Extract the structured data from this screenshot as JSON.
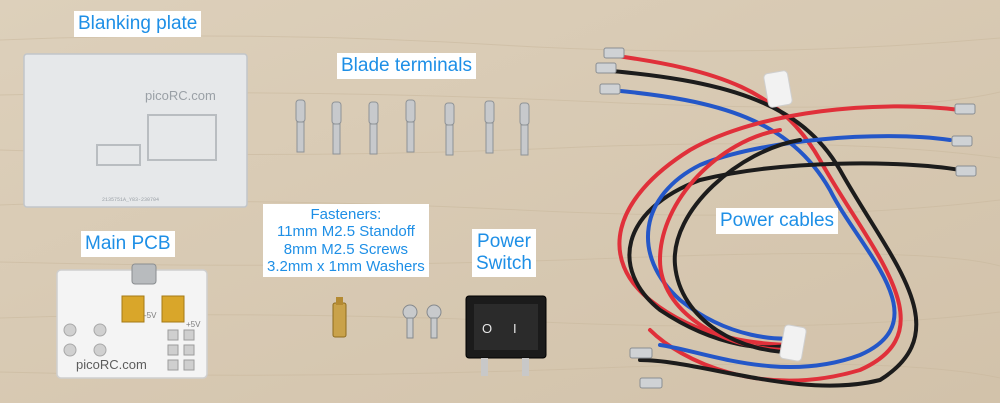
{
  "labels": {
    "blanking_plate": "Blanking plate",
    "blade_terminals": "Blade terminals",
    "main_pcb": "Main PCB",
    "fasteners": {
      "title": "Fasteners:",
      "lines": [
        "11mm M2.5 Standoff",
        "8mm M2.5 Screws",
        "3.2mm x 1mm Washers"
      ]
    },
    "power_switch": [
      "Power",
      "Switch"
    ],
    "power_cables": "Power cables"
  },
  "plate_text": {
    "brand": "picoRC.com",
    "part_code": "2135751A_Y83-230704"
  },
  "pcb_text": {
    "brand": "picoRC.com",
    "pad_labels": [
      "-5V",
      "+5V"
    ]
  },
  "switch_marks": [
    "O",
    "I"
  ],
  "colors": {
    "label_text": "#1e8fe6",
    "label_bg": "#ffffff",
    "background_wood": "#d9c9b2",
    "plate": "#e6e8ea",
    "pcb": "#f4f4f4",
    "wire_red": "#e0303a",
    "wire_black": "#1c1c1c",
    "wire_blue": "#2457c8"
  }
}
